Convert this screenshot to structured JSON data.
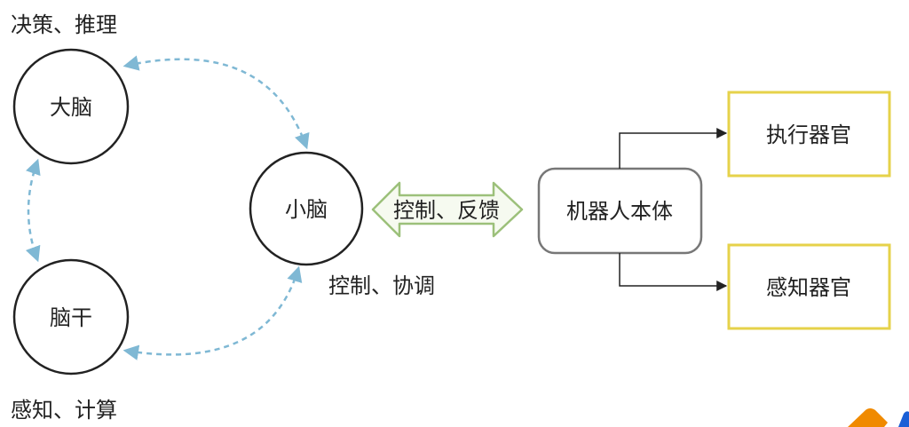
{
  "nodes": {
    "cerebrum": "大脑",
    "brainstem": "脑干",
    "cerebellum": "小脑",
    "robot_body": "机器人本体",
    "actuator": "执行器官",
    "sensor": "感知器官"
  },
  "labels": {
    "cerebrum_role": "决策、推理",
    "brainstem_role": "感知、计算",
    "cerebellum_role": "控制、协调",
    "link": "控制、反馈"
  },
  "colors": {
    "dashed_link": "#7fb8d4",
    "double_arrow": "#9cc07a",
    "organ_border": "#e6d24a",
    "logo_orange": "#f08a00",
    "logo_blue": "#1a5fd6"
  }
}
